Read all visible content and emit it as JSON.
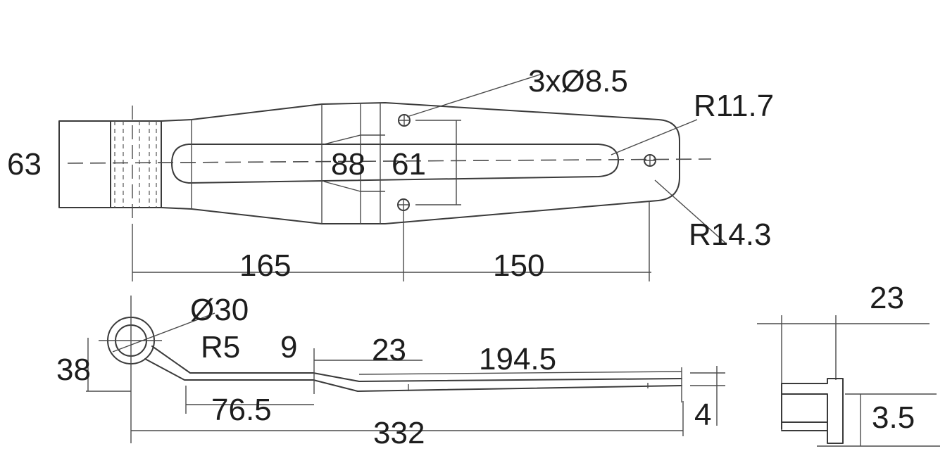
{
  "dimensions": {
    "holes": "3xØ8.5",
    "r_tip": "R11.7",
    "r_end": "R14.3",
    "width_63": "63",
    "width_88": "88",
    "width_61": "61",
    "len_165": "165",
    "len_150": "150",
    "dia_30": "Ø30",
    "r5": "R5",
    "d9": "9",
    "d23_mid": "23",
    "len_194_5": "194.5",
    "h38": "38",
    "len_76_5": "76.5",
    "len_332": "332",
    "t4": "4",
    "d23_side": "23",
    "d3_5": "3.5"
  }
}
